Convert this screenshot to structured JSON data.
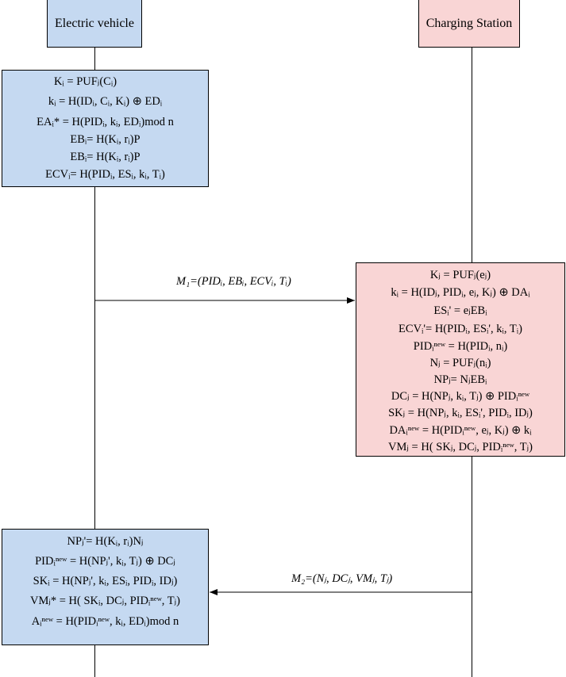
{
  "actors": {
    "ev": {
      "label": "Electric vehicle",
      "fill": "#c5d9f1"
    },
    "cs": {
      "label": "Charging Station",
      "fill": "#f9d5d5"
    }
  },
  "ev_box_1": [
    "Kᵢ = PUFⱼ(Cᵢ)",
    "kᵢ = H(IDᵢ, Cᵢ, Kᵢ) ⊕ EDᵢ",
    "EAᵢ* = H(PIDᵢ, kᵢ, EDᵢ)mod n",
    "EBᵢ= H(Kᵢ, rᵢ)P",
    "EBᵢ= H(Kᵢ, rᵢ)P",
    "ECVᵢ= H(PIDᵢ, ESᵢ, kᵢ, Tᵢ)"
  ],
  "cs_box": [
    "Kⱼ = PUFⱼ(eⱼ)",
    "kᵢ = H(IDⱼ, PIDᵢ, eⱼ, Kⱼ) ⊕ DAᵢ",
    "ESᵢ' = eⱼEBᵢ",
    "ECVᵢ'= H(PIDᵢ, ESᵢ', kᵢ, Tᵢ)",
    "PIDᵢⁿᵉʷ = H(PIDᵢ, nᵢ)",
    "Nⱼ = PUFⱼ(nᵢ)",
    "NPⱼ= NⱼEBᵢ",
    "DCⱼ = H(NPⱼ, kᵢ, Tⱼ) ⊕ PIDᵢⁿᵉʷ",
    "SKⱼ = H(NPⱼ, kᵢ, ESᵢ', PIDᵢ, IDⱼ)",
    "DAᵢⁿᵉʷ = H(PIDᵢⁿᵉʷ, eⱼ, Kⱼ) ⊕ kᵢ",
    "VMⱼ = H( SKⱼ, DCⱼ, PIDᵢⁿᵉʷ, Tⱼ)"
  ],
  "ev_box_2": [
    "NPⱼ'= H(Kᵢ, rᵢ)Nⱼ",
    "PIDᵢⁿᵉʷ = H(NPⱼ', kᵢ, Tⱼ) ⊕ DCⱼ",
    "SKᵢ = H(NPⱼ', kᵢ, ESᵢ, PIDᵢ, IDⱼ)",
    "VMⱼ* = H( SKᵢ, DCⱼ, PIDᵢⁿᵉʷ, Tⱼ)",
    "Aᵢⁿᵉʷ = H(PIDᵢⁿᵉʷ, kᵢ, EDᵢ)mod n"
  ],
  "messages": {
    "m1": "M₁=(PIDᵢ, EBᵢ, ECVᵢ, Tᵢ)",
    "m2": "M₂=(Nⱼ, DCⱼ, VMⱼ, Tⱼ)"
  }
}
